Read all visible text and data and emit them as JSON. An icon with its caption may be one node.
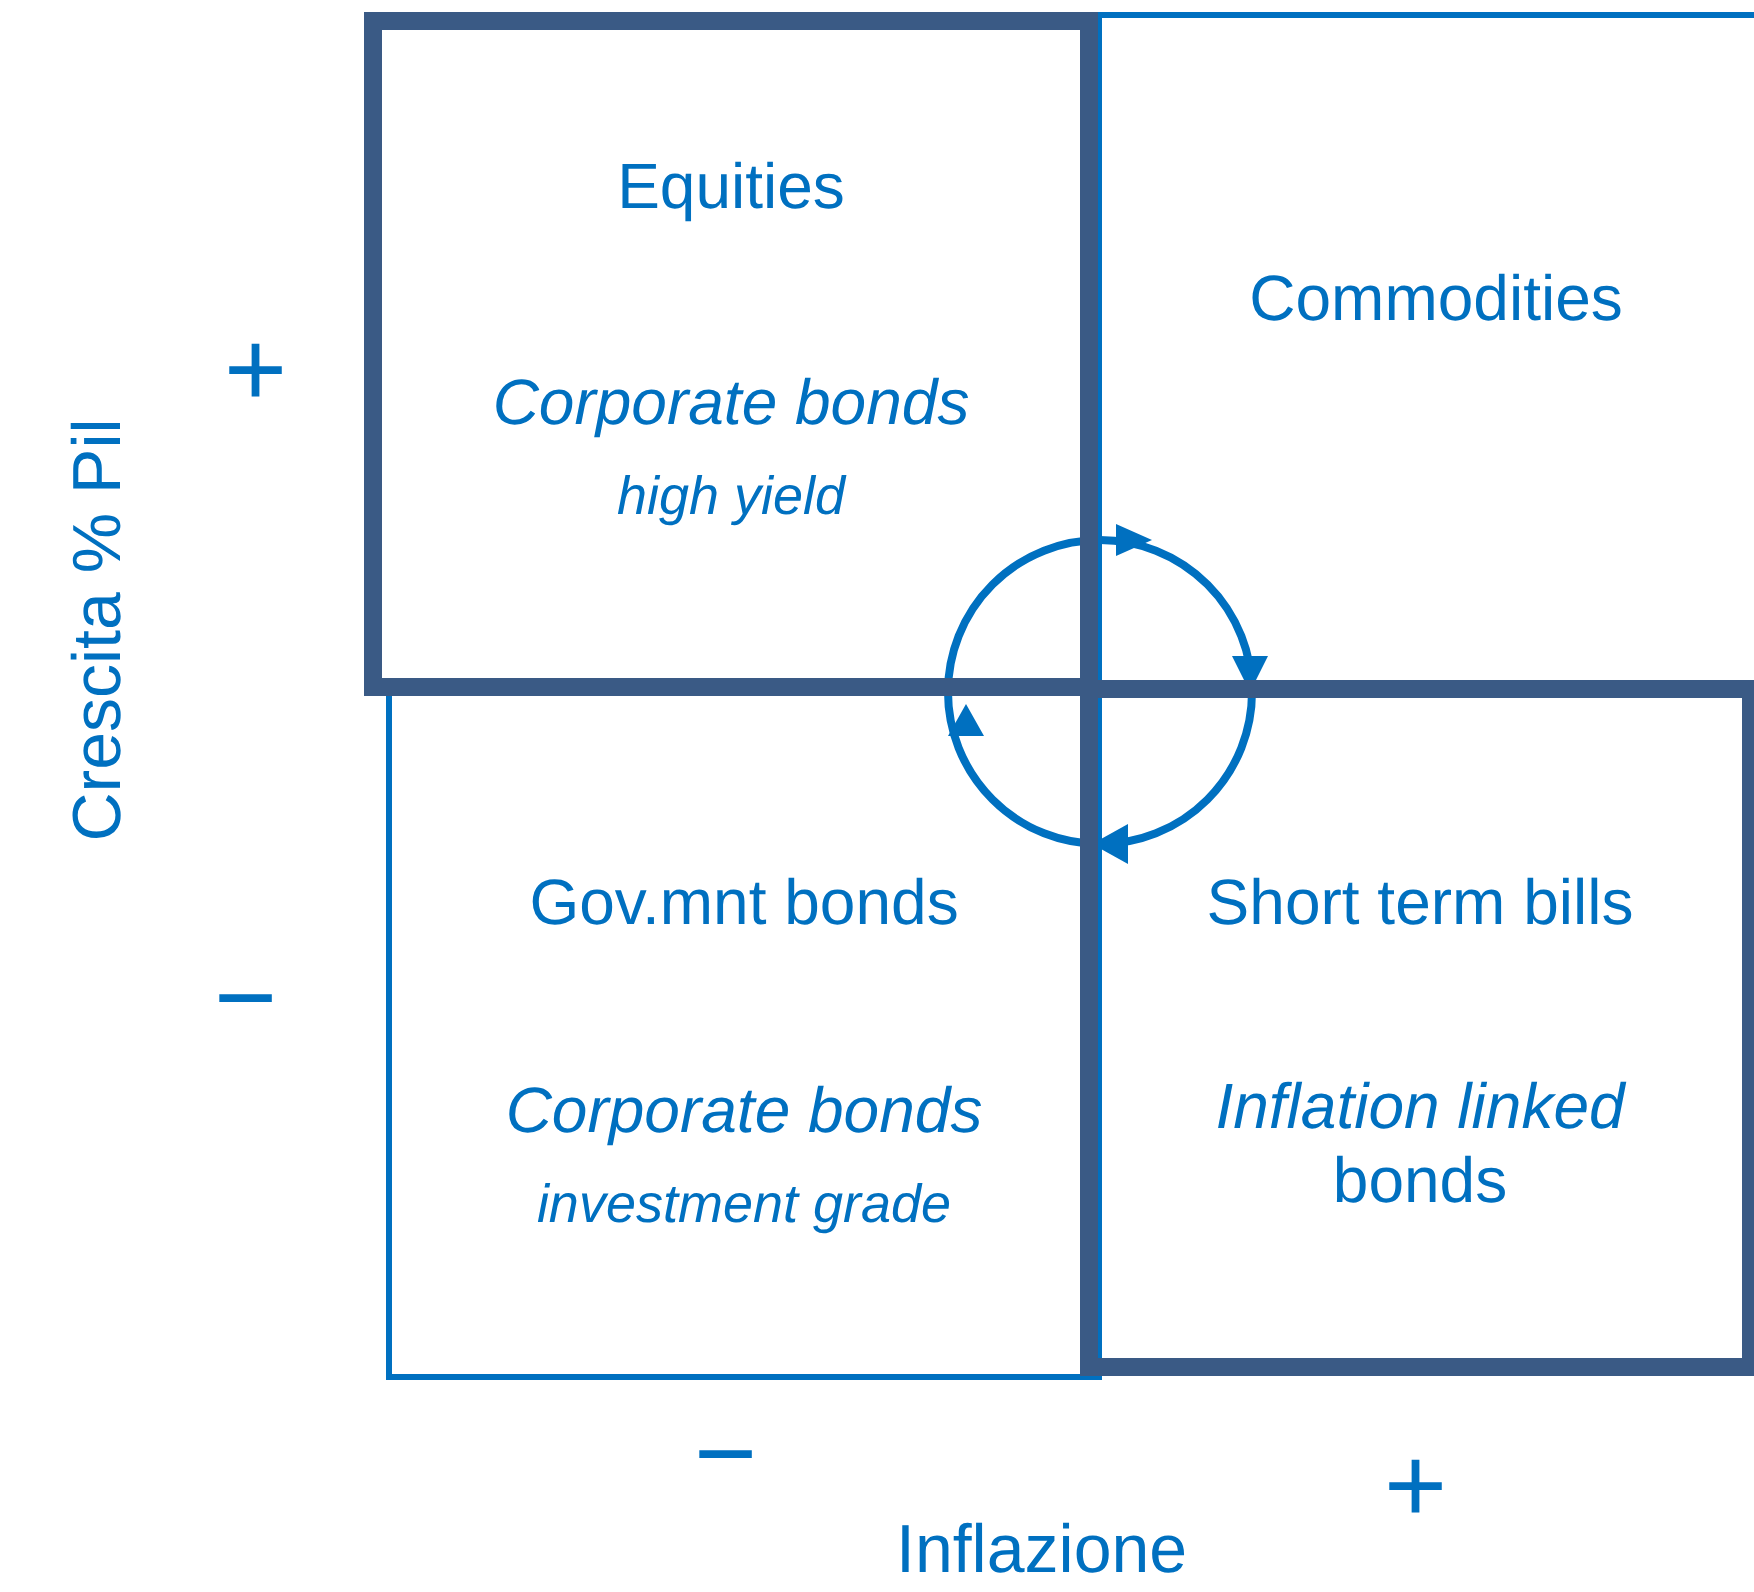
{
  "diagram": {
    "nodes": [
      {
        "text": [
          "Equities",
          "Corporate bonds",
          "high yield"
        ]
      },
      {
        "text": [
          "Commodities"
        ]
      },
      {
        "text": [
          "Gov.mnt bonds",
          "Corporate bonds",
          "investment grade"
        ]
      },
      {
        "text": [
          "Short term bills",
          "*Inflation linked* bonds"
        ]
      }
    ],
    "labels": [
      "+",
      "Crescita % Pil",
      "−",
      "−",
      "+",
      "Inflazione"
    ]
  }
}
